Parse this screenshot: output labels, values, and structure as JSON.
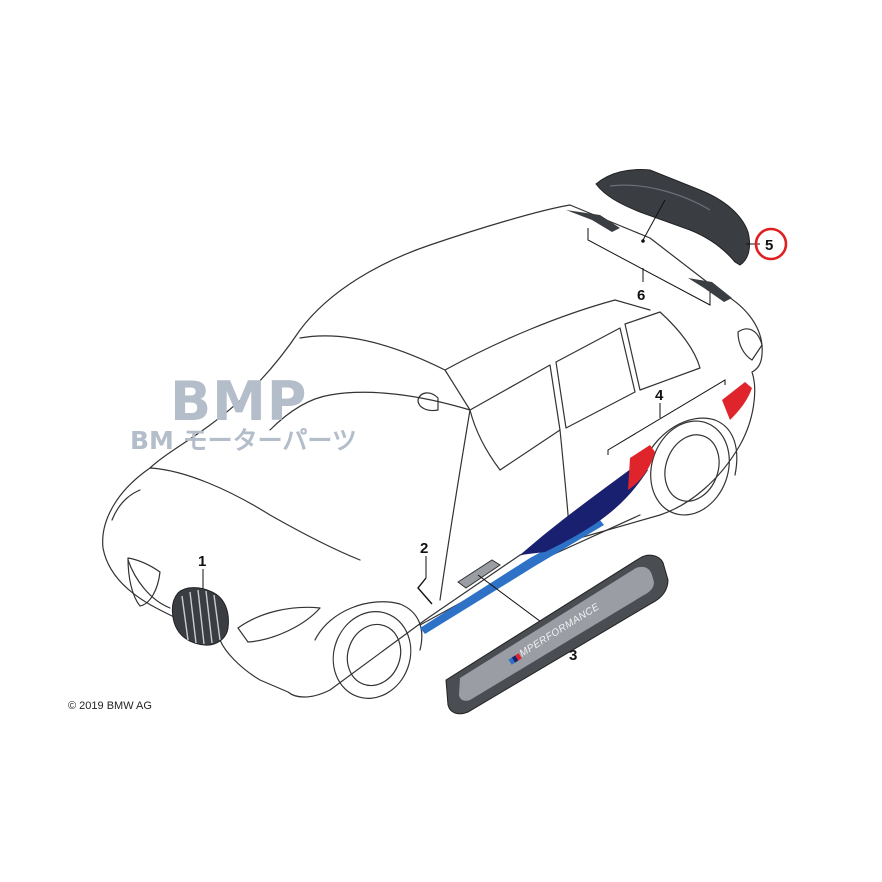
{
  "watermark": {
    "title": "BMP",
    "subtitle": "BM モーターパーツ"
  },
  "copyright": "© 2019 BMW AG",
  "sill_plate_text": "MPERFORMANCE",
  "callouts": [
    {
      "id": "1",
      "label": "1",
      "part": "kidney-grille"
    },
    {
      "id": "2",
      "label": "2",
      "part": "door-entry-light"
    },
    {
      "id": "3",
      "label": "3",
      "part": "door-sill-plate"
    },
    {
      "id": "4",
      "label": "4",
      "part": "side-decals"
    },
    {
      "id": "5",
      "label": "5",
      "part": "rear-spoiler",
      "highlighted": true
    },
    {
      "id": "6",
      "label": "6",
      "part": "roof-rail-trims"
    }
  ],
  "colors": {
    "outline": "#333333",
    "callout_highlight": "#e02020",
    "decal_navy": "#1a2070",
    "decal_blue": "#2e72c8",
    "decal_red": "#e0242c",
    "part_dark": "#3a3d42",
    "watermark": "#b4bdca"
  }
}
